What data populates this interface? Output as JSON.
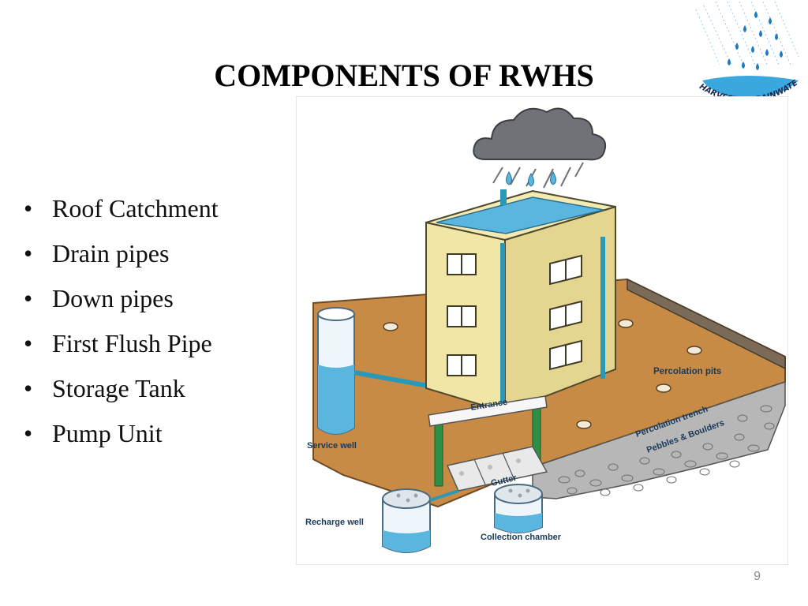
{
  "slide": {
    "title": "COMPONENTS OF RWHS",
    "page_number": "9"
  },
  "bullets": [
    "Roof Catchment",
    "Drain pipes",
    "Down pipes",
    "First Flush Pipe",
    "Storage Tank",
    "Pump Unit"
  ],
  "logo": {
    "text": "HARVESTING RAINWATER"
  },
  "diagram": {
    "labels": {
      "entrance": "Entrance",
      "percolation_pits": "Percolation pits",
      "percolation_trench": "Percolation trench",
      "pebbles_boulders": "Pebbles & Boulders",
      "service_well": "Service well",
      "gutter": "Gutter",
      "recharge_well": "Recharge well",
      "collection_chamber": "Collection chamber"
    },
    "colors": {
      "ground": "#c88b45",
      "building_front": "#f2e6a6",
      "building_side": "#e4d690",
      "water": "#5ab6de",
      "pipe": "#2b98b8",
      "cloud": "#6f7378",
      "pebble_bed": "#b7b7b7"
    }
  }
}
